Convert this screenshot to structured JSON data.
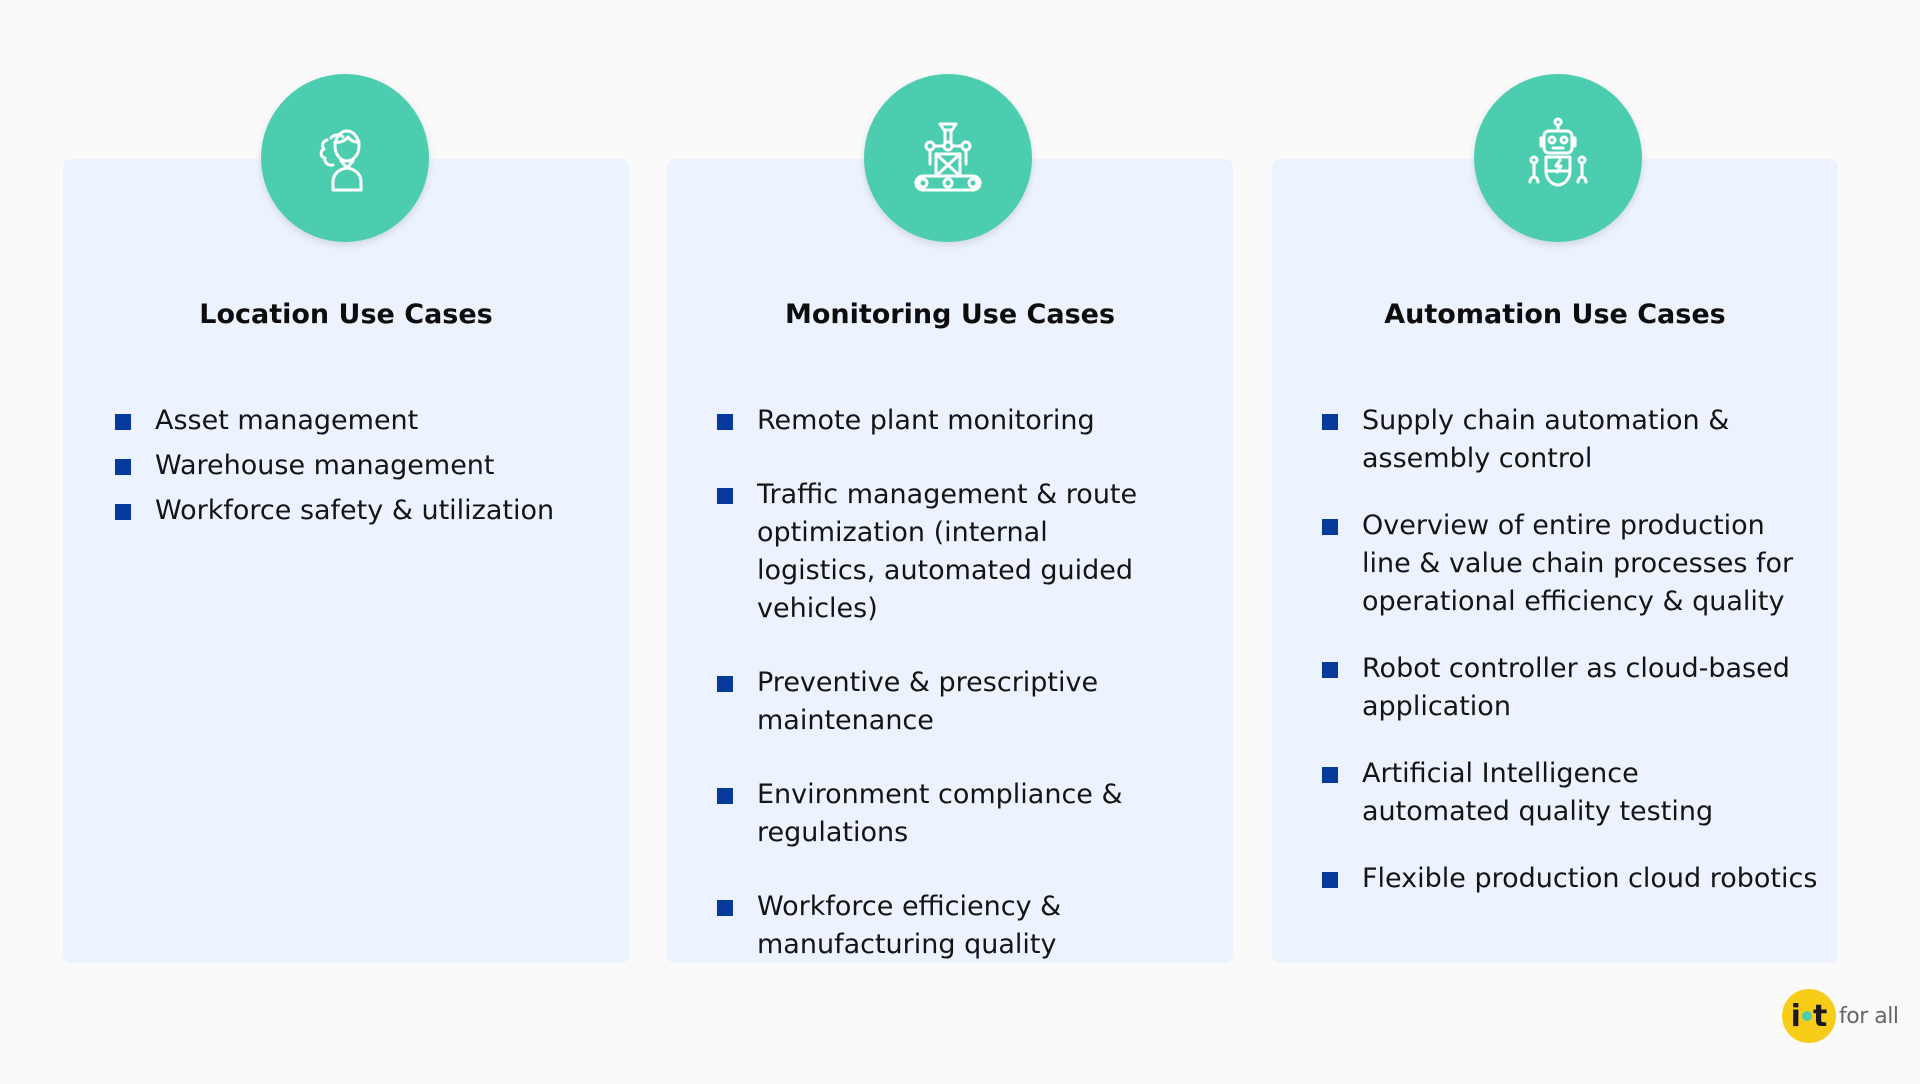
{
  "cards": [
    {
      "title": "Location Use Cases",
      "icon": "person-icon",
      "items": [
        "Asset management",
        "Warehouse management",
        "Workforce safety & utilization"
      ]
    },
    {
      "title": "Monitoring Use Cases",
      "icon": "conveyor-robot-arm-icon",
      "items": [
        "Remote plant monitoring",
        "Traffic management & route optimization (internal logistics, automated guided vehicles)",
        "Preventive & prescriptive maintenance",
        "Environment compliance & regulations",
        "Workforce efficiency & manufacturing quality"
      ]
    },
    {
      "title": "Automation Use Cases",
      "icon": "robot-icon",
      "items": [
        "Supply chain automation & assembly control",
        "Overview of entire production line & value chain processes for operational efficiency & quality",
        "Robot controller as cloud-based application",
        "Artificial Intelligence automated quality testing",
        "Flexible production cloud robotics"
      ]
    }
  ],
  "logo": {
    "left": "i",
    "right": "t",
    "suffix": "for all"
  },
  "colors": {
    "background": "#fafafa",
    "card": "#ecf3fe",
    "accent_circle": "#4ccdb0",
    "bullet": "#063a9a",
    "logo_badge": "#f8cd1a"
  }
}
